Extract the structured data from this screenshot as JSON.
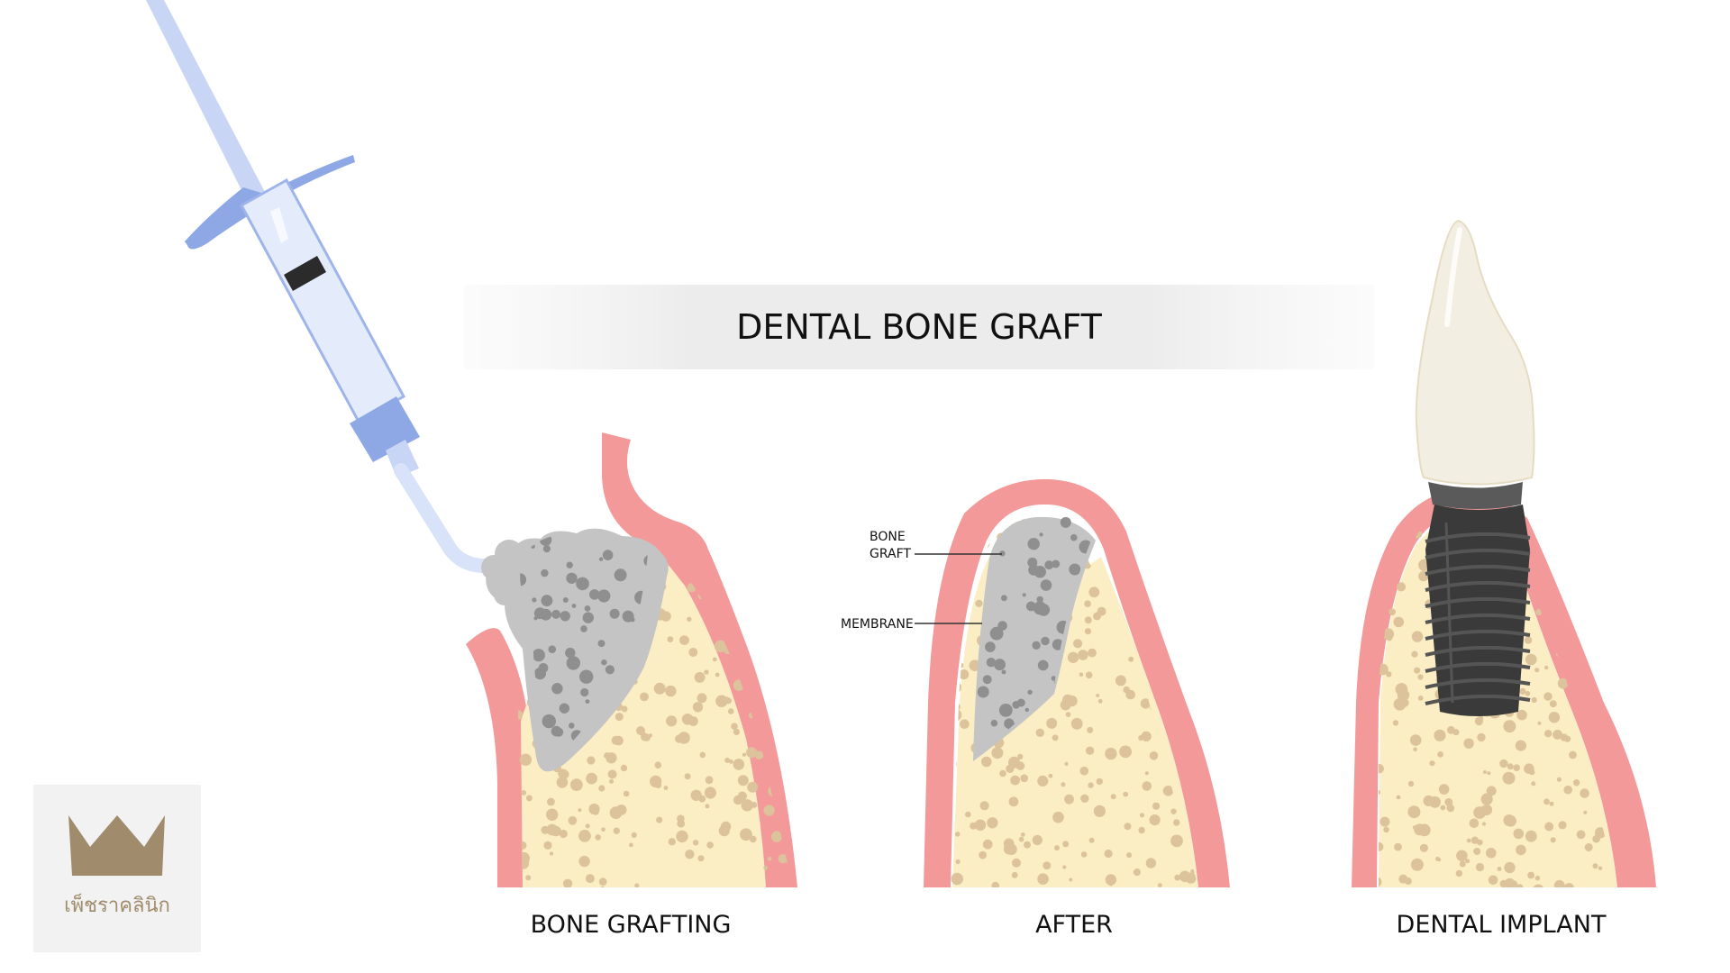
{
  "title": "DENTAL BONE GRAFT",
  "panels": [
    {
      "caption": "BONE GRAFTING"
    },
    {
      "caption": "AFTER"
    },
    {
      "caption": "DENTAL IMPLANT"
    }
  ],
  "callouts": {
    "bone_graft_line1": "BONE",
    "bone_graft_line2": "GRAFT",
    "membrane": "MEMBRANE"
  },
  "logo": {
    "text": "เพ็ชราคลินิก",
    "icon": "crown-icon"
  },
  "colors": {
    "gum": "#f4999a",
    "bone": "#fbeec4",
    "bone_dots": "#dcc39b",
    "graft": "#c4c4c4",
    "graft_dots": "#8f8f8f",
    "syringe": "#9fb4ea",
    "implant": "#3a3a3a",
    "crown_tooth": "#f3eee2",
    "logo_gold": "#a08b6c"
  }
}
